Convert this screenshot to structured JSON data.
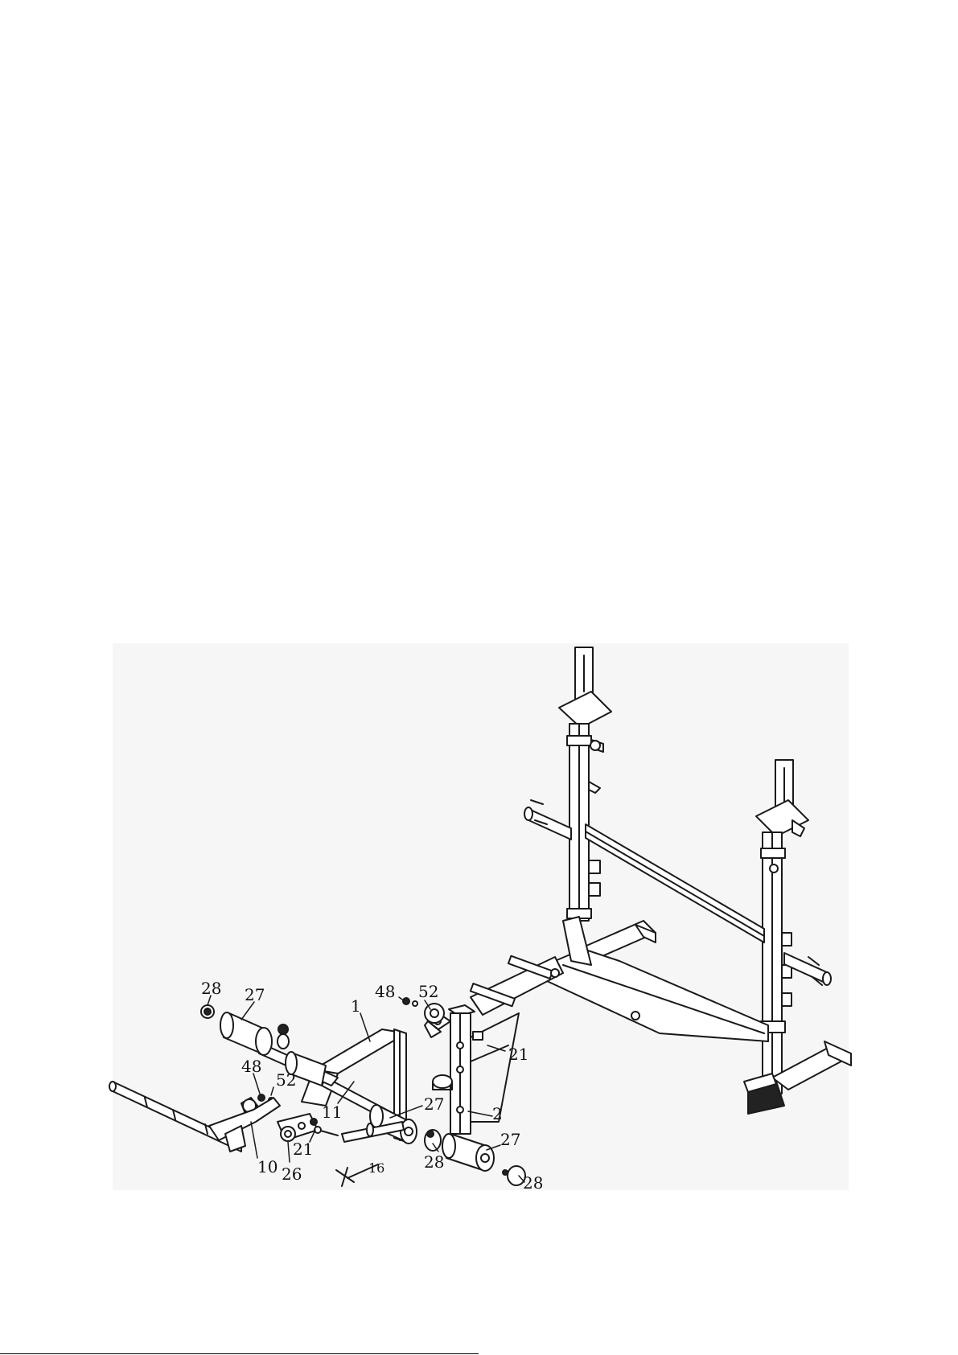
{
  "diagram": {
    "labels": [
      "28",
      "27",
      "1",
      "48",
      "52",
      "48",
      "52",
      "11",
      "27",
      "2",
      "21",
      "21",
      "10",
      "26",
      "16",
      "28",
      "27",
      "28"
    ],
    "colors": {
      "line": "#1a1a1a",
      "panel": "#f6f6f6",
      "fill": "#ffffff",
      "dark": "#222222"
    }
  }
}
